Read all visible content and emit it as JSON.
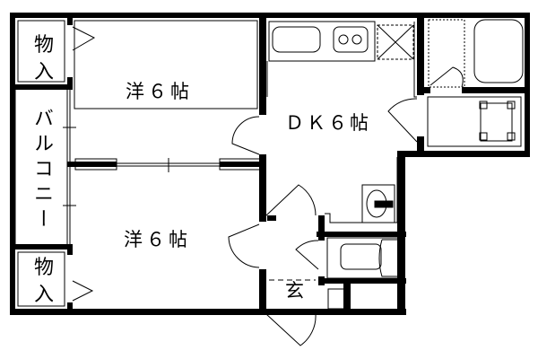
{
  "floor_plan": {
    "rooms": {
      "closet_top": "物入",
      "closet_bottom": "物入",
      "western_room_top": "洋６帖",
      "western_room_bottom": "洋６帖",
      "balcony": "バルコニー",
      "dining_kitchen": "ＤＫ６帖",
      "entrance": "玄"
    },
    "colors": {
      "wall": "#000000",
      "background": "#ffffff"
    }
  }
}
